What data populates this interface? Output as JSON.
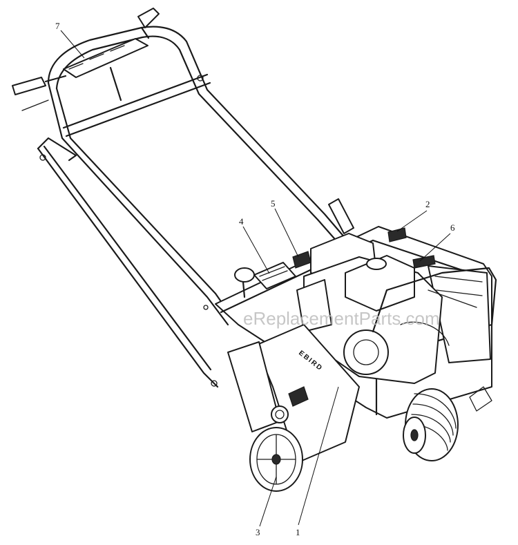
{
  "callouts": [
    {
      "label": "1"
    },
    {
      "label": "2"
    },
    {
      "label": "3"
    },
    {
      "label": "4"
    },
    {
      "label": "5"
    },
    {
      "label": "6"
    },
    {
      "label": "7"
    }
  ],
  "watermark": "eReplacementParts.com",
  "decal_text": "EBIRD"
}
